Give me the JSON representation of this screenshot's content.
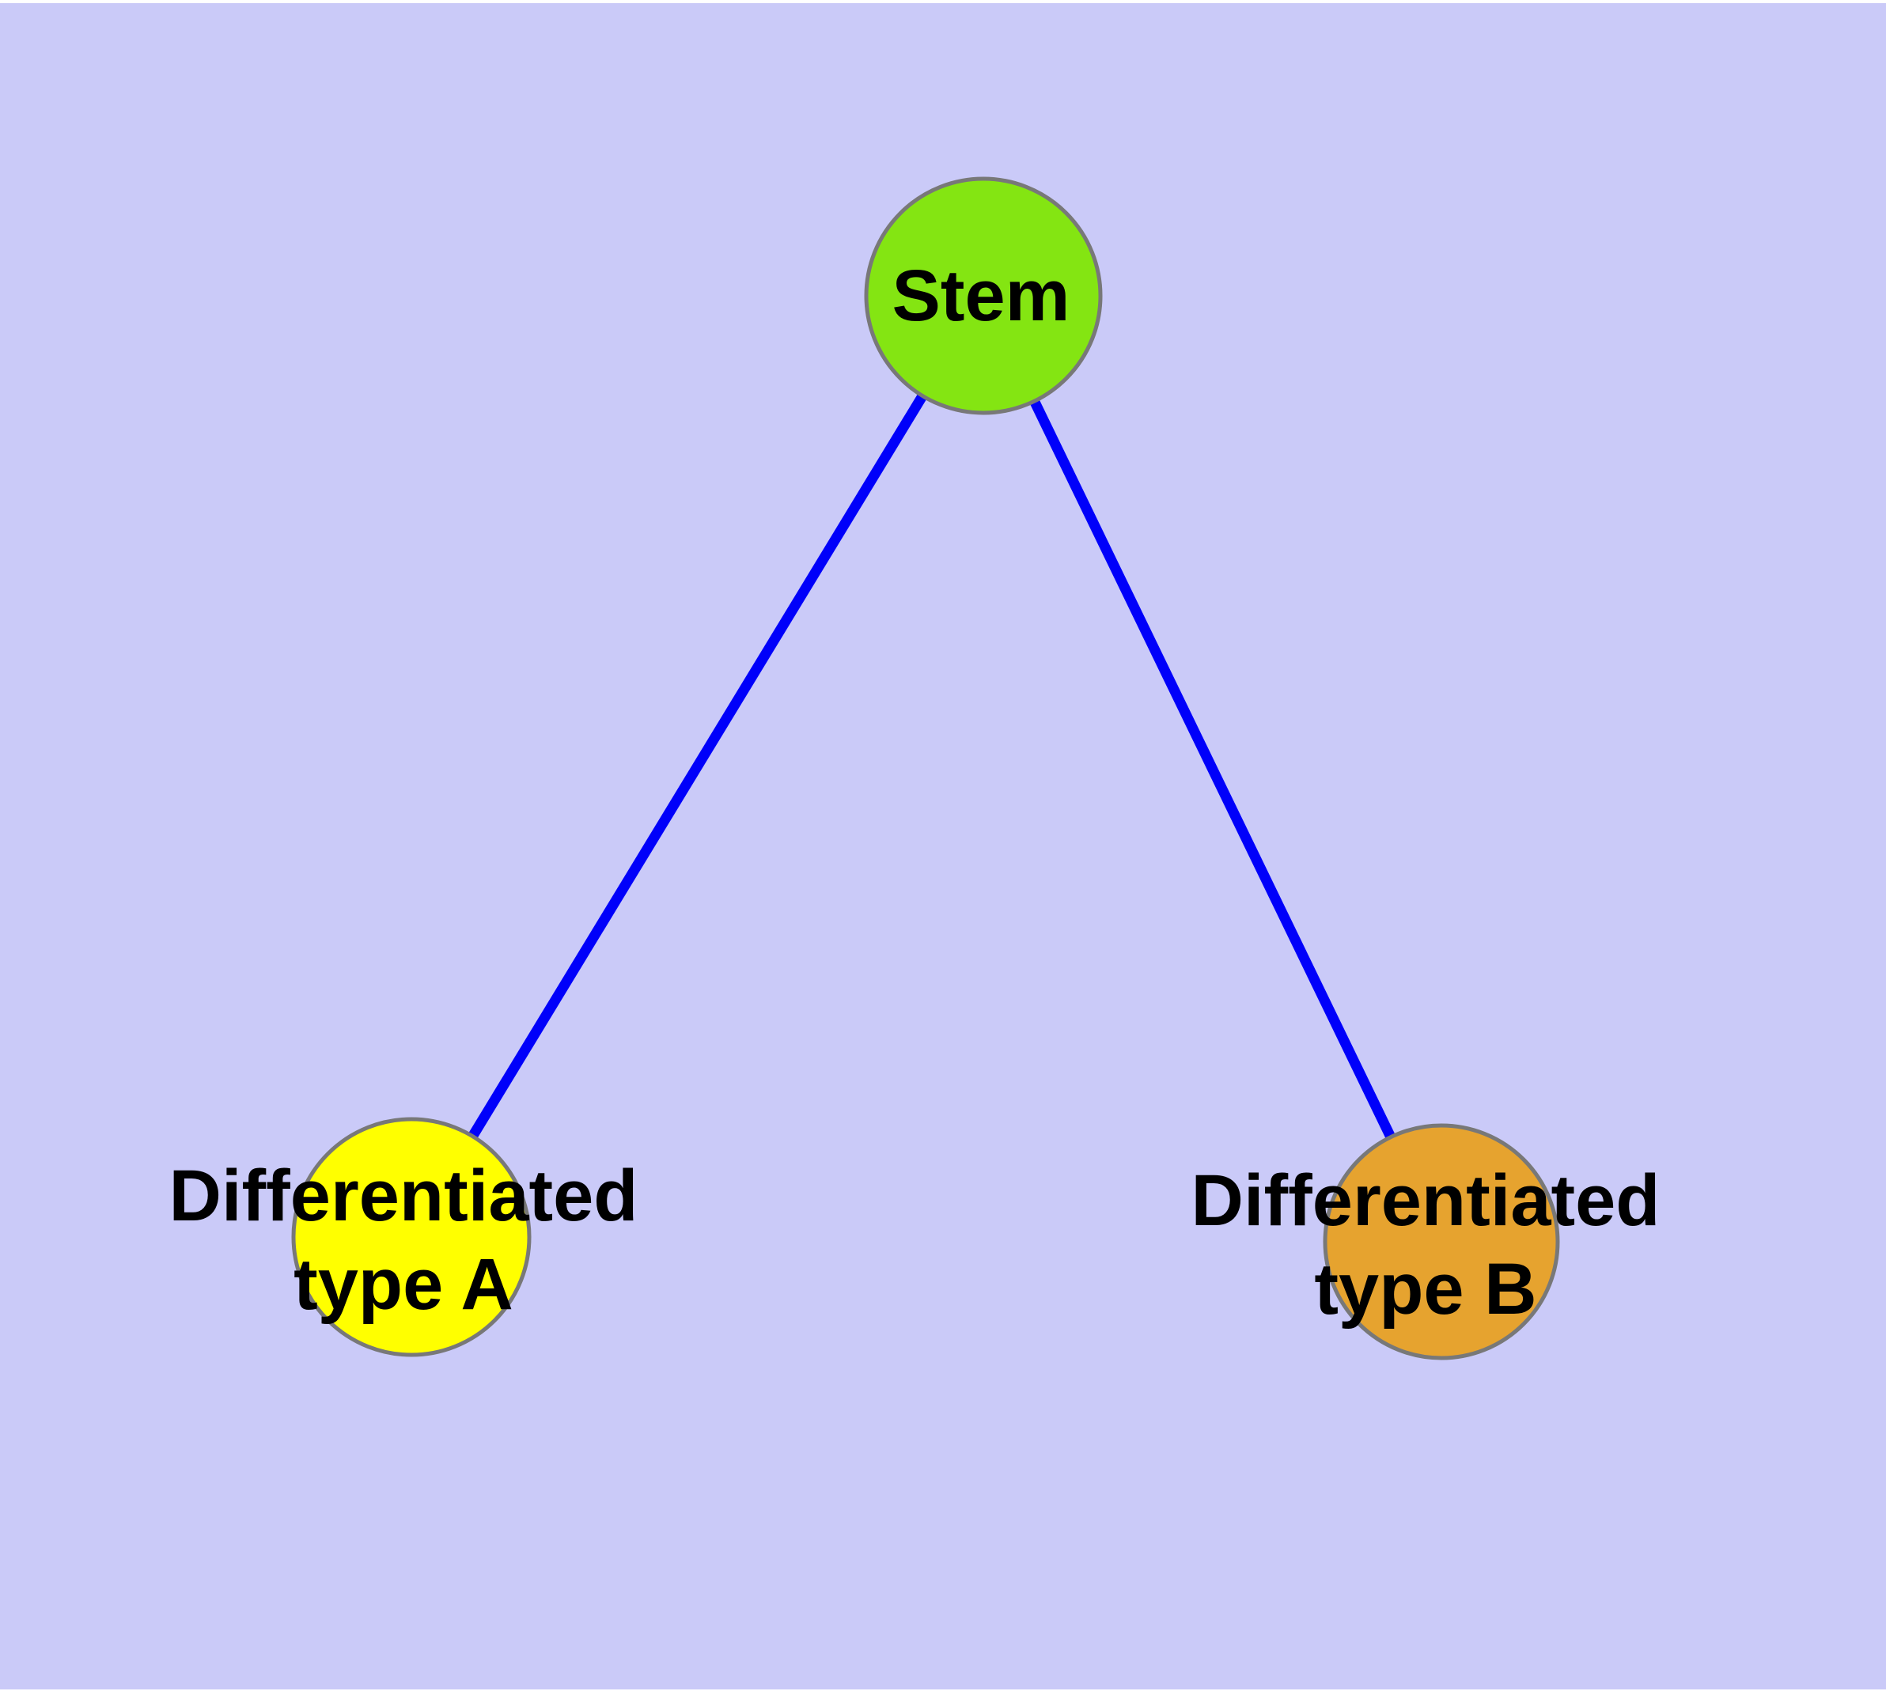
{
  "diagram": {
    "title": "",
    "background_color": "#cacaf8",
    "page_border_color": "#ffffff",
    "edge_color": "#0000fa",
    "node_border_color": "#787878",
    "label_color": "#000000",
    "nodes": [
      {
        "id": "stem",
        "label": "Stem",
        "fill_color": "#84e512"
      },
      {
        "id": "differentiated-type-a",
        "label_line1": "Differentiated",
        "label_line2": "type A",
        "fill_color": "#ffff00"
      },
      {
        "id": "differentiated-type-b",
        "label_line1": "Differentiated",
        "label_line2": "type B",
        "fill_color": "#e6a32f"
      }
    ],
    "edges": [
      {
        "from": "stem",
        "to": "differentiated-type-a"
      },
      {
        "from": "stem",
        "to": "differentiated-type-b"
      }
    ]
  }
}
